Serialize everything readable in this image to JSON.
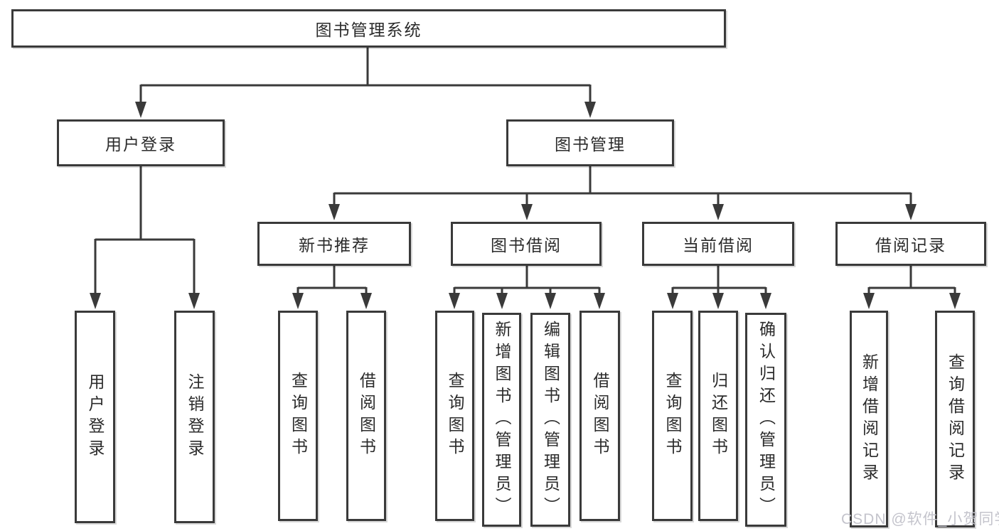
{
  "diagram": {
    "root": {
      "label": "图书管理系统"
    },
    "branches": [
      {
        "label": "用户登录",
        "children": [
          {
            "label": "用户登录"
          },
          {
            "label": "注销登录"
          }
        ]
      },
      {
        "label": "图书管理",
        "groups": [
          {
            "label": "新书推荐",
            "children": [
              {
                "label": "查询图书"
              },
              {
                "label": "借阅图书"
              }
            ]
          },
          {
            "label": "图书借阅",
            "children": [
              {
                "label": "查询图书"
              },
              {
                "label": "新增图书（管理员）"
              },
              {
                "label": "编辑图书（管理员）"
              },
              {
                "label": "借阅图书"
              }
            ]
          },
          {
            "label": "当前借阅",
            "children": [
              {
                "label": "查询图书"
              },
              {
                "label": "归还图书"
              },
              {
                "label": "确认归还（管理员）"
              }
            ]
          },
          {
            "label": "借阅记录",
            "children": [
              {
                "label": "新增借阅记录"
              },
              {
                "label": "查询借阅记录"
              }
            ]
          }
        ]
      }
    ]
  },
  "watermark": {
    "text": "CSDN @软件_小贺同学"
  },
  "colors": {
    "line": "#3a3a3a",
    "text": "#2b2b2b",
    "background": "#ffffff",
    "watermark": "#c4c4cc"
  }
}
